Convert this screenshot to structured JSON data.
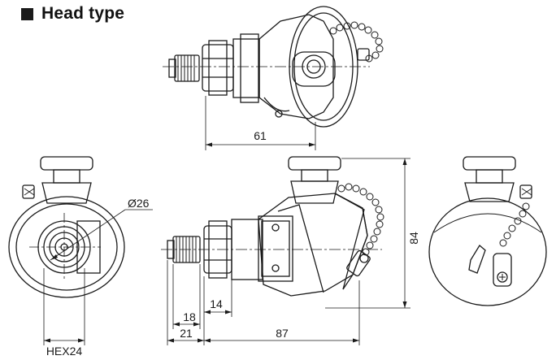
{
  "header": {
    "title": "Head type",
    "bullet_icon": "filled-square-icon"
  },
  "colors": {
    "line": "#1a1a1a",
    "paper": "#ffffff"
  },
  "dimensions": {
    "top_view_length": "61",
    "diameter": "Ø26",
    "hex": "HEX24",
    "height": "84",
    "thread_length": "18",
    "hex_height": "14",
    "stem_offset": "21",
    "body_length": "87"
  }
}
